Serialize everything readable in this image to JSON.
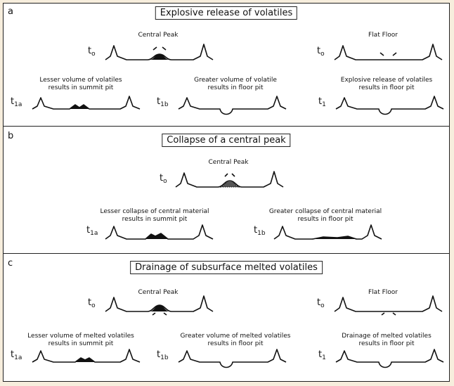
{
  "panels": {
    "a": {
      "letter": "a",
      "title": "Explosive release of volatiles",
      "t0_left": {
        "t": "t",
        "sub": "o",
        "caption": "Central Peak"
      },
      "t0_right": {
        "t": "t",
        "sub": "o",
        "caption": "Flat Floor"
      },
      "t1a": {
        "t": "t",
        "sub": "1a",
        "caption1": "Lesser volume of volatiles",
        "caption2": "results in summit pit"
      },
      "t1b": {
        "t": "t",
        "sub": "1b",
        "caption1": "Greater volume of volatile",
        "caption2": "results in floor pit"
      },
      "t1": {
        "t": "t",
        "sub": "1",
        "caption1": "Explosive release of volatiles",
        "caption2": "results in floor pit"
      }
    },
    "b": {
      "letter": "b",
      "title": "Collapse of a central peak",
      "t0": {
        "t": "t",
        "sub": "o",
        "caption": "Central Peak"
      },
      "t1a": {
        "t": "t",
        "sub": "1a",
        "caption1": "Lesser collapse of central material",
        "caption2": "results in summit pit"
      },
      "t1b": {
        "t": "t",
        "sub": "1b",
        "caption1": "Greater collapse of central material",
        "caption2": "results in floor pit"
      }
    },
    "c": {
      "letter": "c",
      "title": "Drainage of subsurface melted volatiles",
      "t0_left": {
        "t": "t",
        "sub": "o",
        "caption": "Central Peak"
      },
      "t0_right": {
        "t": "t",
        "sub": "o",
        "caption": "Flat Floor"
      },
      "t1a": {
        "t": "t",
        "sub": "1a",
        "caption1": "Lesser volume of melted volatiles",
        "caption2": "results in summit pit"
      },
      "t1b": {
        "t": "t",
        "sub": "1b",
        "caption1": "Greater volume of melted volatiles",
        "caption2": "results in floor pit"
      },
      "t1": {
        "t": "t",
        "sub": "1",
        "caption1": "Drainage of melted volatiles",
        "caption2": "results in floor pit"
      }
    }
  }
}
